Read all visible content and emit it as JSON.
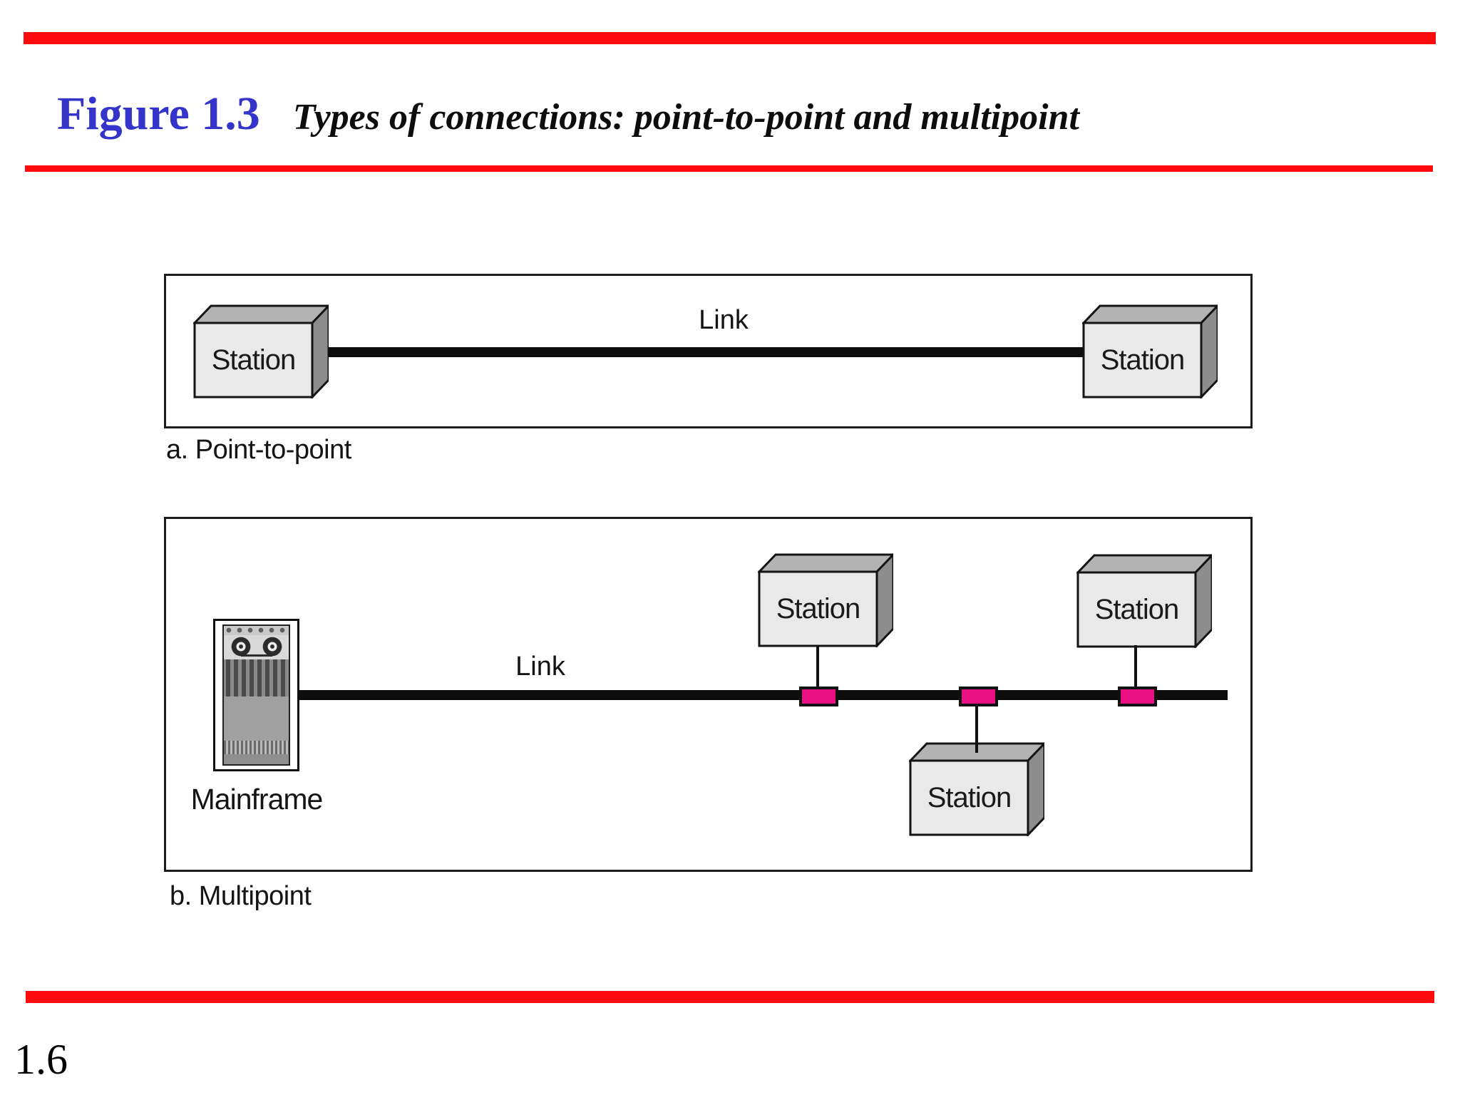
{
  "header": {
    "figure_label": "Figure 1.3",
    "figure_title": "Types of connections: point-to-point and multipoint"
  },
  "diagram_a": {
    "caption": "a. Point-to-point",
    "link_label": "Link",
    "stations": [
      {
        "label": "Station"
      },
      {
        "label": "Station"
      }
    ]
  },
  "diagram_b": {
    "caption": "b. Multipoint",
    "link_label": "Link",
    "mainframe_label": "Mainframe",
    "stations": [
      {
        "label": "Station"
      },
      {
        "label": "Station"
      },
      {
        "label": "Station"
      }
    ]
  },
  "footer": {
    "page_number": "1.6"
  },
  "colors": {
    "accent_red": "#fb0b0b",
    "figure_blue": "#3434cb",
    "tap_pink": "#ea0f82",
    "box_front": "#e9e9e9",
    "box_top": "#b3b3b3",
    "box_side": "#8d8d8d"
  }
}
